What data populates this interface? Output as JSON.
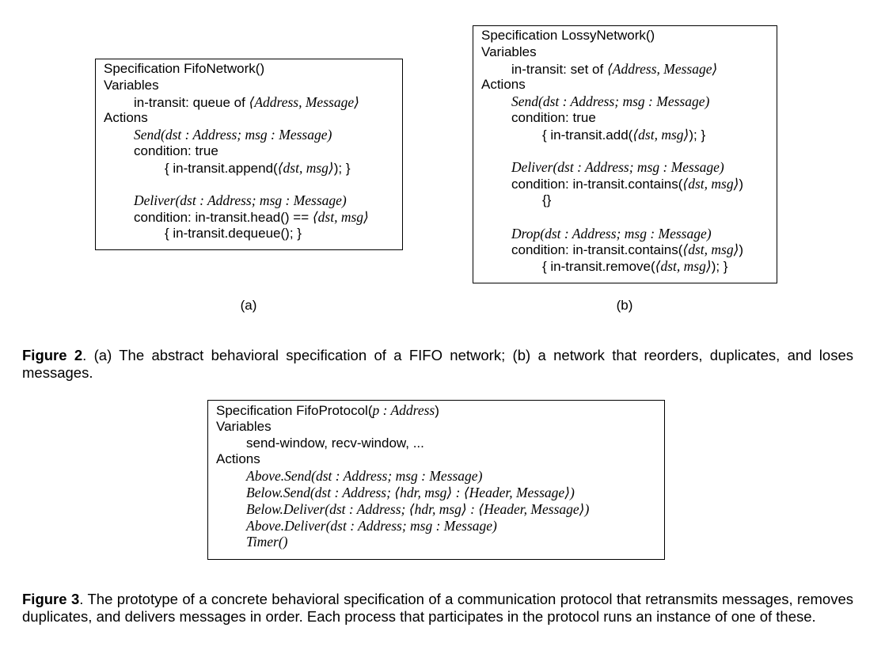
{
  "fig_a": {
    "title": "Specification FifoNetwork()",
    "vars_label": "Variables",
    "var_line_text": "in-transit: queue of ",
    "var_line_math": "⟨Address, Message⟩",
    "actions_label": "Actions",
    "send_sig": "Send(dst : Address; msg : Message)",
    "send_cond": "condition: true",
    "send_body_pre": "{ in-transit.append(",
    "send_body_math": "⟨dst, msg⟩",
    "send_body_post": "); }",
    "deliver_sig": "Deliver(dst : Address; msg : Message)",
    "deliver_cond_text": "condition: in-transit.head() == ",
    "deliver_cond_math": "⟨dst, msg⟩",
    "deliver_body": "{ in-transit.dequeue(); }",
    "label": "(a)"
  },
  "fig_b": {
    "title": "Specification LossyNetwork()",
    "vars_label": "Variables",
    "var_line_text": "in-transit: set of ",
    "var_line_math": "⟨Address, Message⟩",
    "actions_label": "Actions",
    "send_sig": "Send(dst : Address; msg : Message)",
    "send_cond": "condition: true",
    "send_body_pre": "{ in-transit.add(",
    "send_body_math": "⟨dst, msg⟩",
    "send_body_post": "); }",
    "deliver_sig": "Deliver(dst : Address; msg : Message)",
    "deliver_cond_pre": "condition: in-transit.contains(",
    "deliver_cond_math": "⟨dst, msg⟩",
    "deliver_cond_post": ")",
    "deliver_body": "{}",
    "drop_sig": "Drop(dst : Address; msg : Message)",
    "drop_cond_pre": "condition: in-transit.contains(",
    "drop_cond_math": "⟨dst, msg⟩",
    "drop_cond_post": ")",
    "drop_body_pre": "{ in-transit.remove(",
    "drop_body_math": "⟨dst, msg⟩",
    "drop_body_post": "); }",
    "label": "(b)"
  },
  "caption2": {
    "label": "Figure 2",
    "text": ". (a) The abstract behavioral specification of a FIFO network; (b) a network that reorders, duplicates, and loses messages."
  },
  "fig3": {
    "title_text": "Specification FifoProtocol(",
    "title_math": "p : Address",
    "title_close": ")",
    "vars_label": "Variables",
    "var_line": "send-window, recv-window, ...",
    "actions_label": "Actions",
    "actions": [
      "Above.Send(dst : Address; msg : Message)",
      "Below.Send(dst : Address; ⟨hdr, msg⟩ :  ⟨Header, Message⟩)",
      "Below.Deliver(dst : Address; ⟨hdr, msg⟩ :  ⟨Header, Message⟩)",
      "Above.Deliver(dst : Address; msg : Message)",
      "Timer()"
    ]
  },
  "caption3": {
    "label": "Figure 3",
    "text": ".  The prototype of a concrete behavioral specification of a communication protocol that retransmits messages, removes duplicates, and delivers messages in order. Each process that participates in the protocol runs an instance of one of these."
  }
}
